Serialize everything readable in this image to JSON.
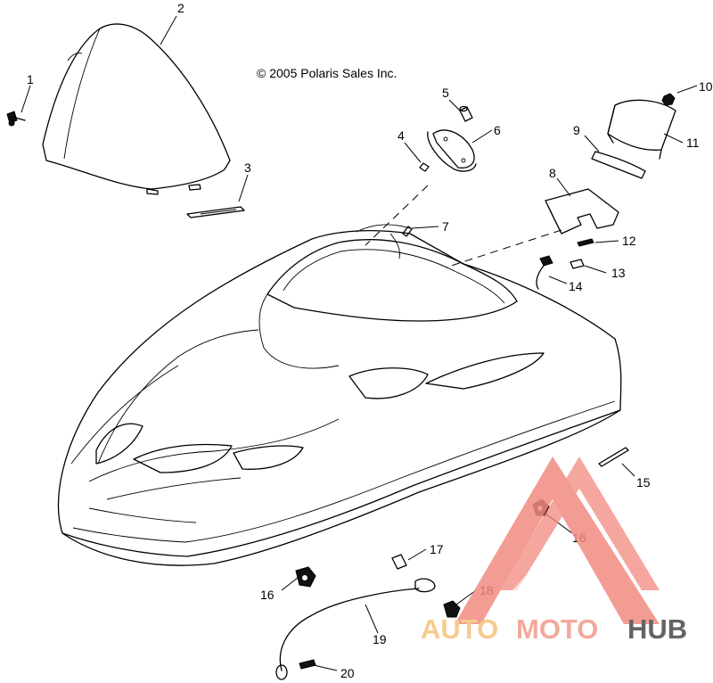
{
  "copyright": "© 2005 Polaris Sales Inc.",
  "callouts": [
    "1",
    "2",
    "3",
    "4",
    "5",
    "6",
    "7",
    "8",
    "9",
    "10",
    "11",
    "12",
    "13",
    "14",
    "15",
    "16",
    "16",
    "17",
    "18",
    "19",
    "20"
  ],
  "watermark": {
    "part1": "AUTO",
    "part2": "MOTO",
    "part3": "HUB",
    "color_part1": "#f5c27a",
    "color_part2": "#f29a8c",
    "color_part3": "#4a4a4a",
    "triangle_color": "#f28b82"
  }
}
